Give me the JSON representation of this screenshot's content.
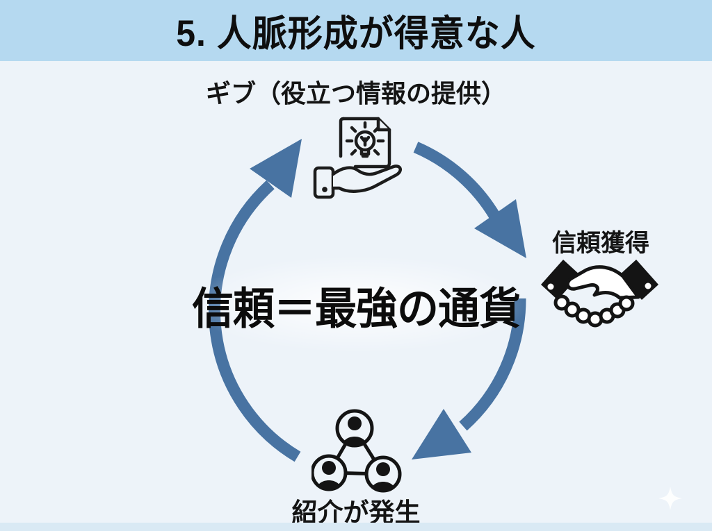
{
  "title": "5. 人脈形成が得意な人",
  "cycle": {
    "center": {
      "label": "信頼＝最強の通貨"
    },
    "top": {
      "label": "ギブ（役立つ情報の提供）",
      "icon": "hand-giving-idea-document-icon"
    },
    "right": {
      "label": "信頼獲得",
      "icon": "handshake-icon"
    },
    "bottom": {
      "label": "紹介が発生",
      "icon": "people-network-icon"
    }
  },
  "arrows": [
    {
      "name": "arrow-give-to-trust",
      "from": "ギブ（役立つ情報の提供）",
      "to": "信頼獲得"
    },
    {
      "name": "arrow-trust-to-referral",
      "from": "信頼獲得",
      "to": "紹介が発生"
    },
    {
      "name": "arrow-referral-to-give",
      "from": "紹介が発生",
      "to": "ギブ（役立つ情報の提供）"
    }
  ],
  "colors": {
    "banner": "#b5d9f0",
    "background": "#edf3f9",
    "arrow": "#4873a2",
    "icon_black": "#141414",
    "text": "#0e0e0e",
    "bottom_strip": "#d9e9f4"
  },
  "decor": {
    "sparkle": "four-point-star"
  }
}
